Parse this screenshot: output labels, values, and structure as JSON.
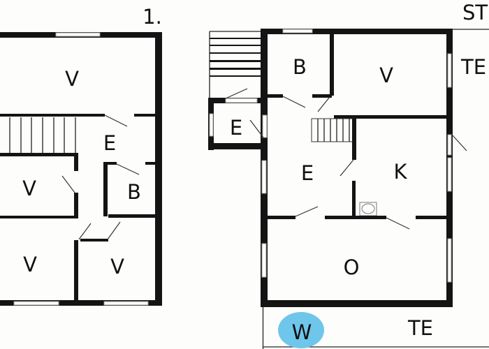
{
  "floors": [
    {
      "heading": "1.",
      "rooms": [
        "V",
        "E",
        "V",
        "B",
        "V",
        "V"
      ]
    },
    {
      "heading": "ST",
      "rooms": [
        "B",
        "V",
        "TE",
        "E",
        "E",
        "K",
        "O",
        "TE"
      ]
    }
  ],
  "marker": {
    "label": "W",
    "color": "#6ec6ea"
  }
}
